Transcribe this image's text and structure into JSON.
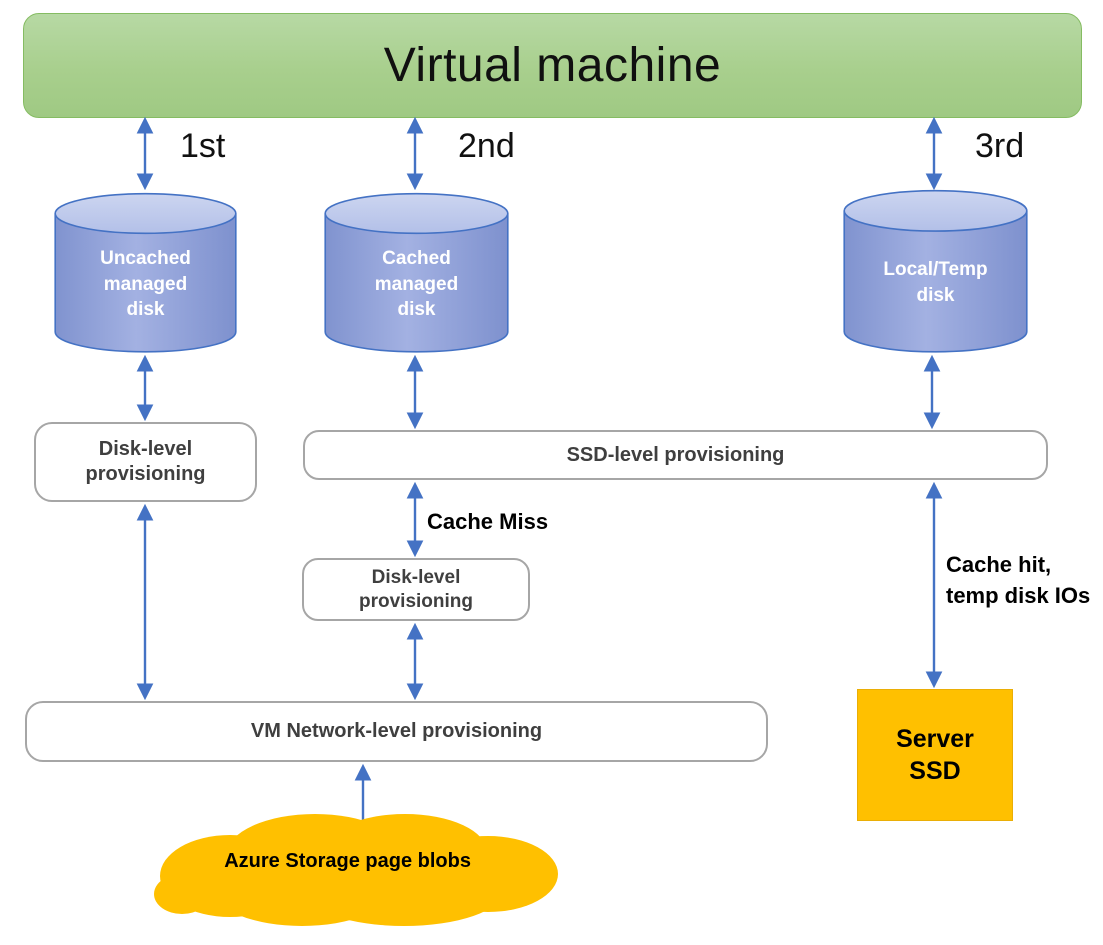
{
  "colors": {
    "arrow_blue": "#4472C4",
    "vm_green": "#A9D08E",
    "disk_blue": "#8FAADC",
    "box_border_gray": "#A6A6A6",
    "accent_orange": "#FFC000",
    "box_text_gray": "#3F3F3F"
  },
  "vm": {
    "label": "Virtual machine"
  },
  "order_labels": [
    {
      "label": "1st"
    },
    {
      "label": "2nd"
    },
    {
      "label": "3rd"
    }
  ],
  "disks": [
    {
      "label": "Uncached\nmanaged\ndisk"
    },
    {
      "label": "Cached\nmanaged\ndisk"
    },
    {
      "label": "Local/Temp\ndisk"
    }
  ],
  "boxes": {
    "disk_level_left": {
      "label": "Disk-level\nprovisioning"
    },
    "ssd_level": {
      "label": "SSD-level provisioning"
    },
    "disk_level_middle": {
      "label": "Disk-level\nprovisioning"
    },
    "vm_network_level": {
      "label": "VM Network-level provisioning"
    }
  },
  "annotations": {
    "cache_miss": {
      "label": "Cache Miss"
    },
    "cache_hit": {
      "label": "Cache hit,\ntemp disk IOs"
    }
  },
  "server_ssd": {
    "label": "Server\nSSD"
  },
  "cloud": {
    "label": "Azure Storage page blobs"
  }
}
